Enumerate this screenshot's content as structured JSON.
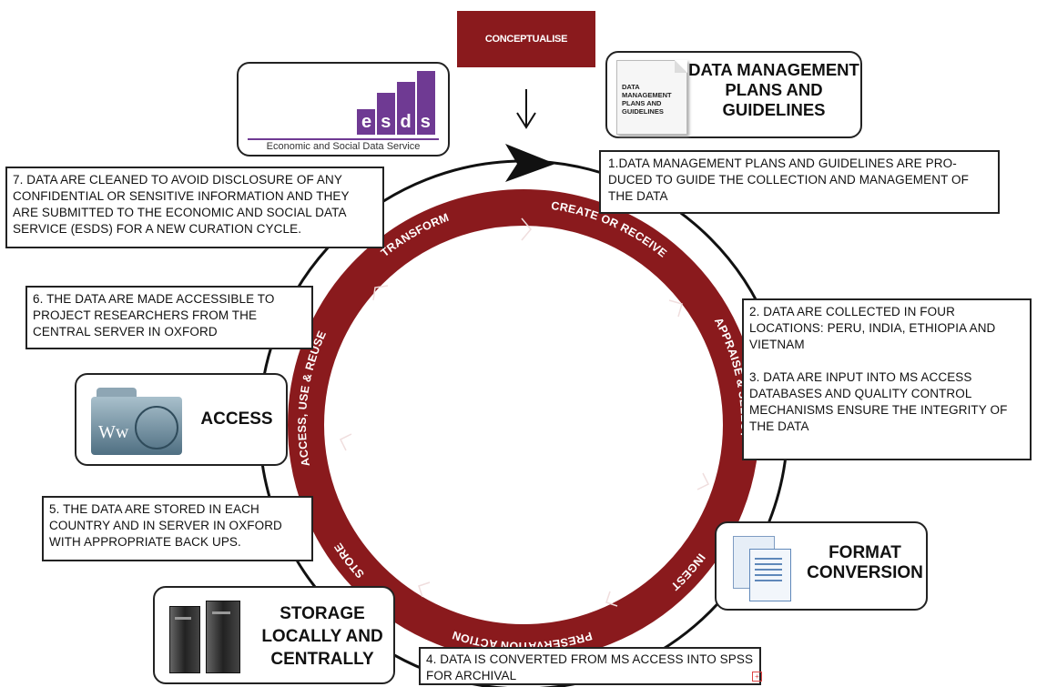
{
  "top_label": "CONCEPTUALISE",
  "ring_labels": {
    "transform": "TRANSFORM",
    "create": "CREATE OR RECEIVE",
    "appraise": "APPRAISE & SELECT",
    "ingest": "INGEST",
    "preservation": "PRESERVATION ACTION",
    "store": "STORE",
    "access": "ACCESS, USE & REUSE"
  },
  "esds": {
    "logo_text": "esds",
    "caption": "Economic and Social Data Service"
  },
  "dmp": {
    "title": "DATA MANAGEMENT PLANS AND GUIDELINES",
    "doc_text": "DATA MANAGEMENT PLANS AND GUIDELINES"
  },
  "access_box": {
    "title": "ACCESS",
    "icon_text": "Ww"
  },
  "format_box": {
    "title": "FORMAT CONVERSION"
  },
  "storage_box": {
    "title": "STORAGE LOCALLY AND CENTRALLY"
  },
  "steps": {
    "s1": "1.DATA MANAGEMENT PLANS AND GUIDELINES ARE PRO-DUCED TO GUIDE THE COLLECTION AND MANAGEMENT OF THE DATA",
    "s2": "2. DATA ARE COLLECTED IN FOUR LOCATIONS: PERU, INDIA, ETHIOPIA AND VIETNAM",
    "s3": "3. DATA ARE INPUT INTO MS ACCESS DATABASES AND QUALITY CONTROL MECHANISMS ENSURE THE INTEGRITY OF THE DATA",
    "s4": "4. DATA IS CONVERTED FROM MS ACCESS INTO SPSS FOR ARCHIVAL",
    "s5": "5. THE DATA ARE STORED IN EACH COUNTRY AND IN SERVER IN OXFORD WITH APPROPRIATE BACK UPS.",
    "s6": "6. THE DATA ARE MADE ACCESSIBLE TO PROJECT RESEARCHERS FROM THE CENTRAL SERVER IN OXFORD",
    "s7": "7. DATA ARE CLEANED TO AVOID DISCLOSURE OF ANY CONFIDENTIAL OR SENSITIVE INFORMATION AND THEY ARE SUBMITTED TO THE ECONOMIC AND SOCIAL DATA SERVICE (ESDS) FOR A NEW CURATION CYCLE."
  },
  "colors": {
    "ring": "#8a1a1d",
    "esds_purple": "#6f3a93"
  }
}
